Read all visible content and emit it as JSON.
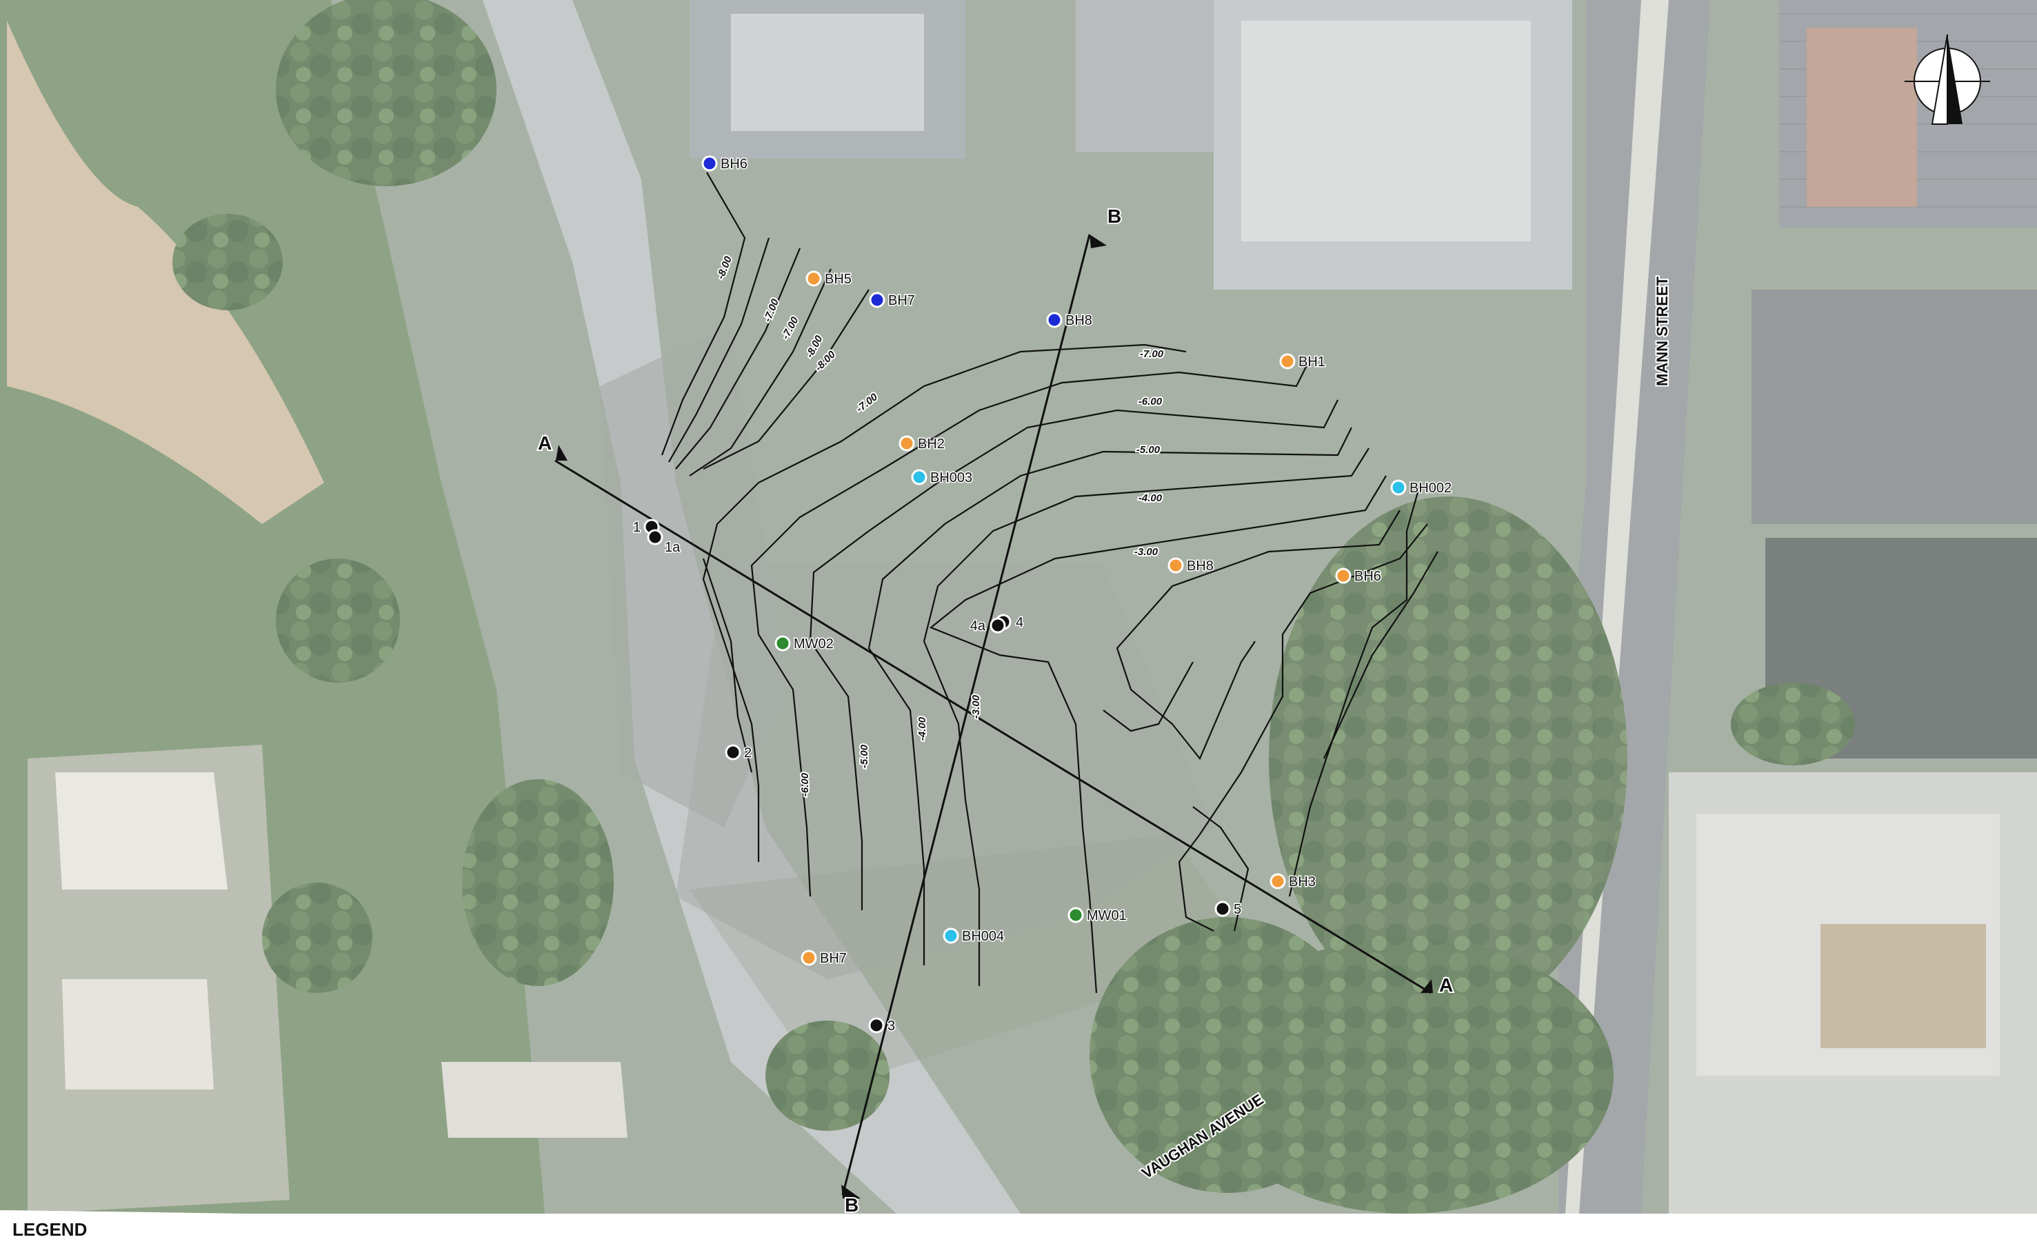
{
  "legend": {
    "heading": "LEGEND"
  },
  "streets": [
    {
      "id": "mann",
      "name": "MANN STREET"
    },
    {
      "id": "vaughan",
      "name": "VAUGHAN AVENUE"
    }
  ],
  "sections": [
    {
      "id": "A",
      "start_label": "A",
      "end_label": "A"
    },
    {
      "id": "B",
      "start_label": "B",
      "end_label": "B"
    }
  ],
  "point_categories": {
    "orange": "#f39a38",
    "blue": "#1c2bd6",
    "cyan": "#2bc0ea",
    "green": "#2e8a2e",
    "black": "#111111"
  },
  "points": [
    {
      "id": "BH6-north",
      "label": "BH6",
      "category": "blue"
    },
    {
      "id": "BH5",
      "label": "BH5",
      "category": "orange"
    },
    {
      "id": "BH7-north",
      "label": "BH7",
      "category": "blue"
    },
    {
      "id": "BH8-north",
      "label": "BH8",
      "category": "blue"
    },
    {
      "id": "BH1",
      "label": "BH1",
      "category": "orange"
    },
    {
      "id": "BH2",
      "label": "BH2",
      "category": "orange"
    },
    {
      "id": "BH003",
      "label": "BH003",
      "category": "cyan"
    },
    {
      "id": "BH002",
      "label": "BH002",
      "category": "cyan"
    },
    {
      "id": "BH8-site",
      "label": "BH8",
      "category": "orange"
    },
    {
      "id": "BH6-east",
      "label": "BH6",
      "category": "orange"
    },
    {
      "id": "MW02",
      "label": "MW02",
      "category": "green"
    },
    {
      "id": "BH3",
      "label": "BH3",
      "category": "orange"
    },
    {
      "id": "MW01",
      "label": "MW01",
      "category": "green"
    },
    {
      "id": "BH004",
      "label": "BH004",
      "category": "cyan"
    },
    {
      "id": "BH7-south",
      "label": "BH7",
      "category": "orange"
    },
    {
      "id": "P1",
      "label": "1",
      "category": "black"
    },
    {
      "id": "P1a",
      "label": "1a",
      "category": "black"
    },
    {
      "id": "P2",
      "label": "2",
      "category": "black"
    },
    {
      "id": "P3",
      "label": "3",
      "category": "black"
    },
    {
      "id": "P4",
      "label": "4",
      "category": "black"
    },
    {
      "id": "P4a",
      "label": "4a",
      "category": "black"
    },
    {
      "id": "P5",
      "label": "5",
      "category": "black"
    }
  ],
  "contour_labels": [
    "-8.00",
    "-7.00",
    "-7.00",
    "-8.00",
    "-8.00",
    "-7.00",
    "-7.00",
    "-6.00",
    "-5.00",
    "-4.00",
    "-3.00",
    "-6.00",
    "-5.00",
    "-4.00",
    "-3.00"
  ]
}
